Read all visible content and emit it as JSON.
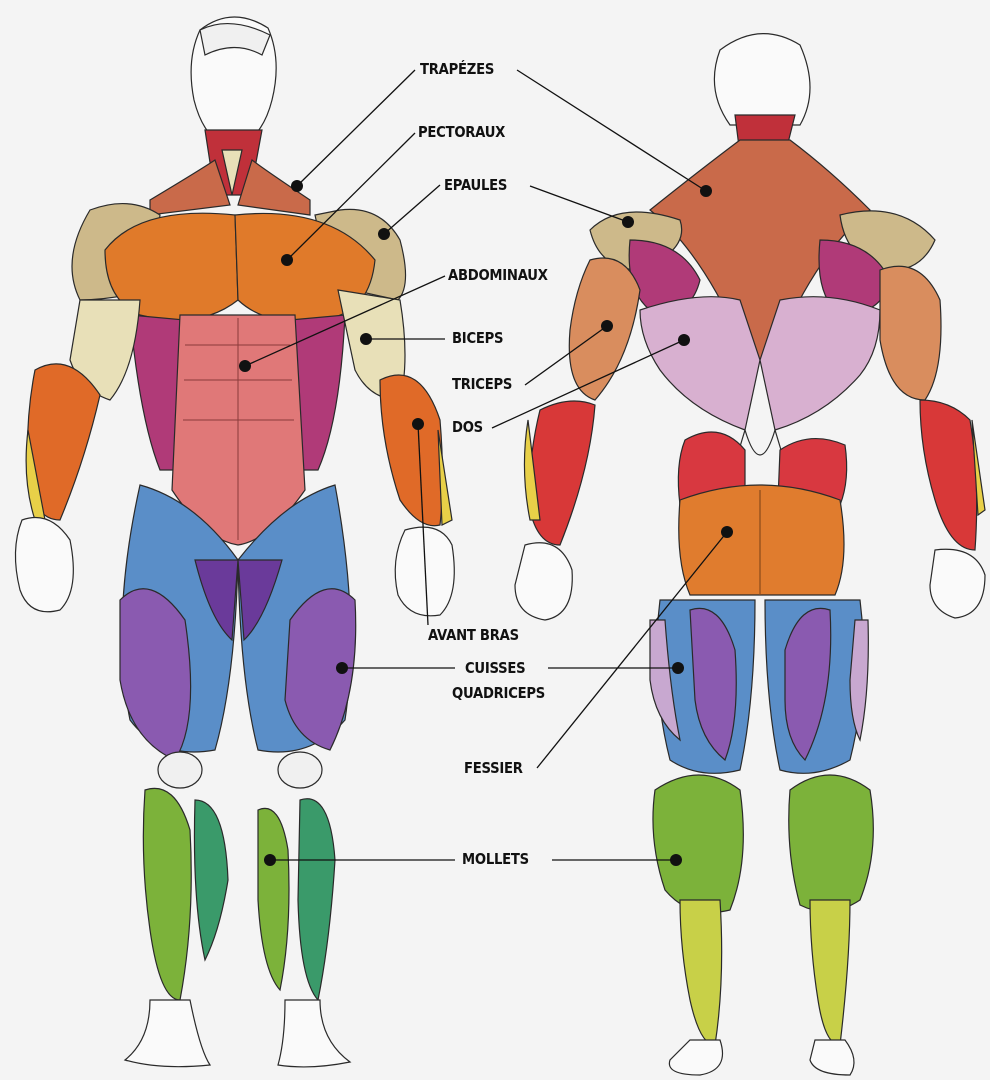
{
  "labels": {
    "trapezes": "TRAPÉZES",
    "pectoraux": "PECTORAUX",
    "epaules": "EPAULES",
    "abdominaux": "ABDOMINAUX",
    "biceps": "BICEPS",
    "triceps": "TRICEPS",
    "dos": "DOS",
    "avant_bras": "AVANT BRAS",
    "cuisses": "CUISSES",
    "quadriceps": "QUADRICEPS",
    "fessier": "FESSIER",
    "mollets": "MOLLETS"
  },
  "colors": {
    "background": "#f4f4f4",
    "skin_outline": "#2a2a2a",
    "pectoraux": "#e07a2a",
    "trapezes": "#c96a4a",
    "epaules": "#cdb98a",
    "biceps": "#e8e0b8",
    "abdominaux": "#e07878",
    "obliques": "#b03a78",
    "forearm": "#e06a28",
    "forearm_red": "#d83838",
    "quadriceps_blue": "#5a8ec8",
    "quadriceps_purple": "#8a5ab0",
    "lavender": "#c8a8d0",
    "fessier": "#e07c2e",
    "mollets": "#7cb23a",
    "tibia": "#3a9a6a",
    "dos": "#d8b0d0"
  }
}
